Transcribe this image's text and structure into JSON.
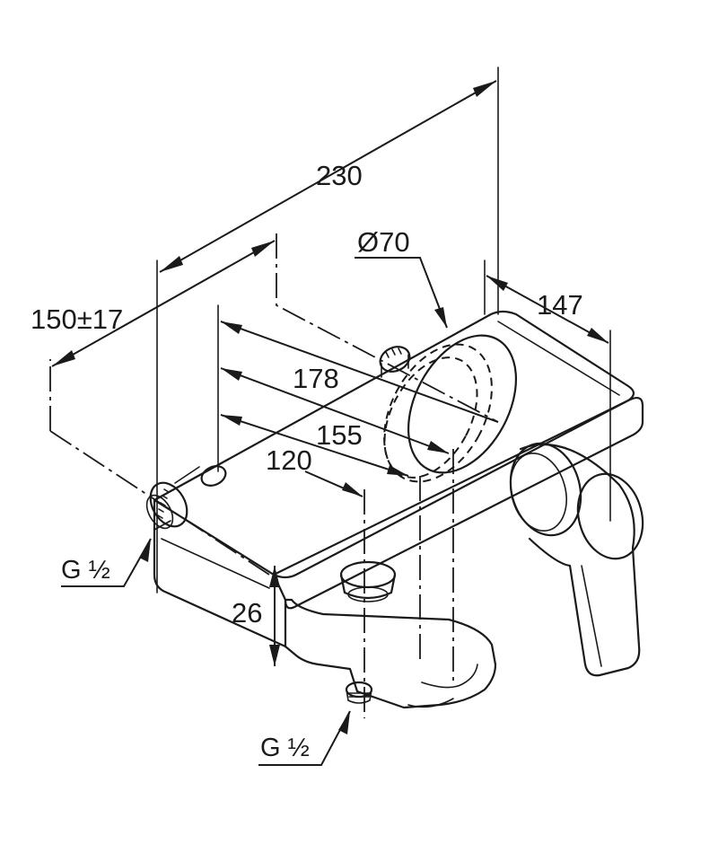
{
  "dimensions": {
    "overall_length": "230",
    "diameter": "Ø70",
    "depth": "147",
    "center_distance": "150±17",
    "spout_offset_178": "178",
    "spout_offset_155": "155",
    "outlet_offset_120": "120",
    "height": "26"
  },
  "threads": {
    "inlet": "G ½",
    "outlet": "G ½"
  }
}
